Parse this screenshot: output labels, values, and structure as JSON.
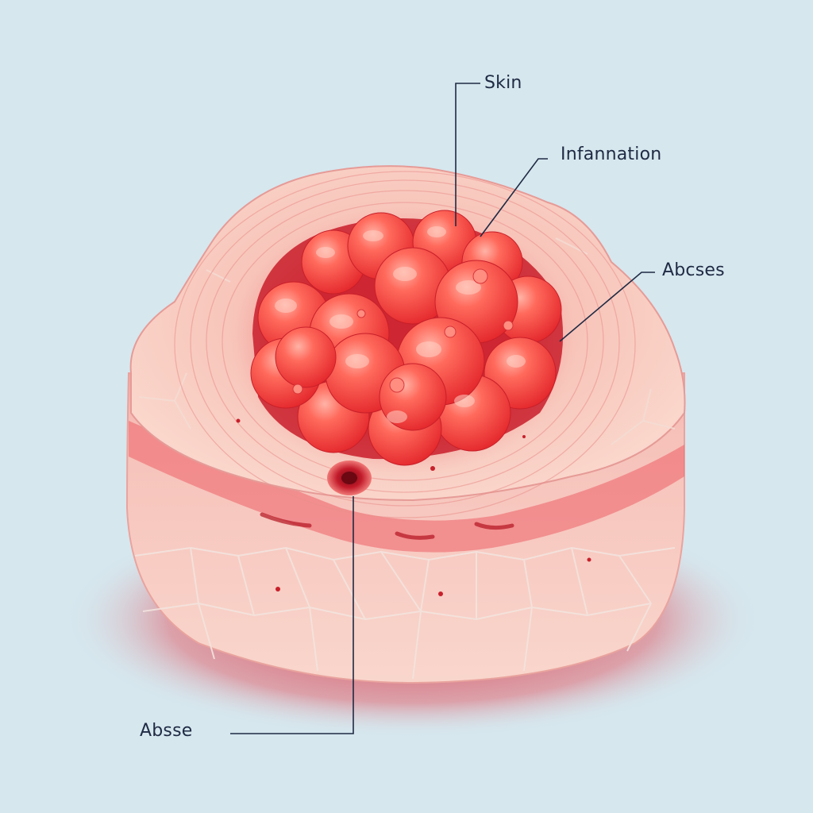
{
  "labels": {
    "skin": "Skin",
    "inflammation": "Infannation",
    "abscess_right": "Abcses",
    "abscess_bottom": "Absse"
  },
  "colors": {
    "background": "#d6e7ee",
    "skin": "#f7c9bd",
    "inflamed": "#f04a45",
    "leader_line": "#1f2a44"
  }
}
